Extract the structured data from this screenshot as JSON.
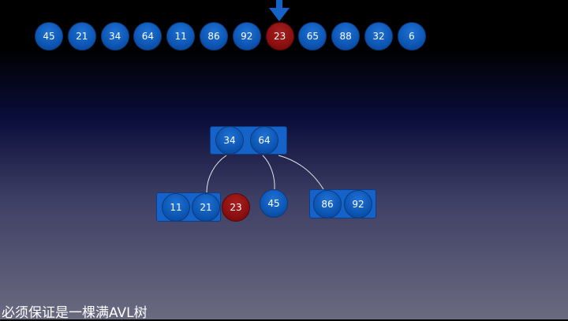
{
  "sequence": [
    "45",
    "21",
    "34",
    "64",
    "11",
    "86",
    "92",
    "23",
    "65",
    "88",
    "32",
    "6"
  ],
  "current_index": 7,
  "tree": {
    "root": [
      "34",
      "64"
    ],
    "left_child": [
      "11",
      "21"
    ],
    "inserting": "23",
    "middle_child": [
      "45"
    ],
    "right_child": [
      "86",
      "92"
    ]
  },
  "caption": "必须保证是一棵满AVL树",
  "colors": {
    "node_blue": "#0d56b3",
    "highlight_red": "#8a1010",
    "edge": "#e0e0e0",
    "arrow": "#1563c8"
  }
}
